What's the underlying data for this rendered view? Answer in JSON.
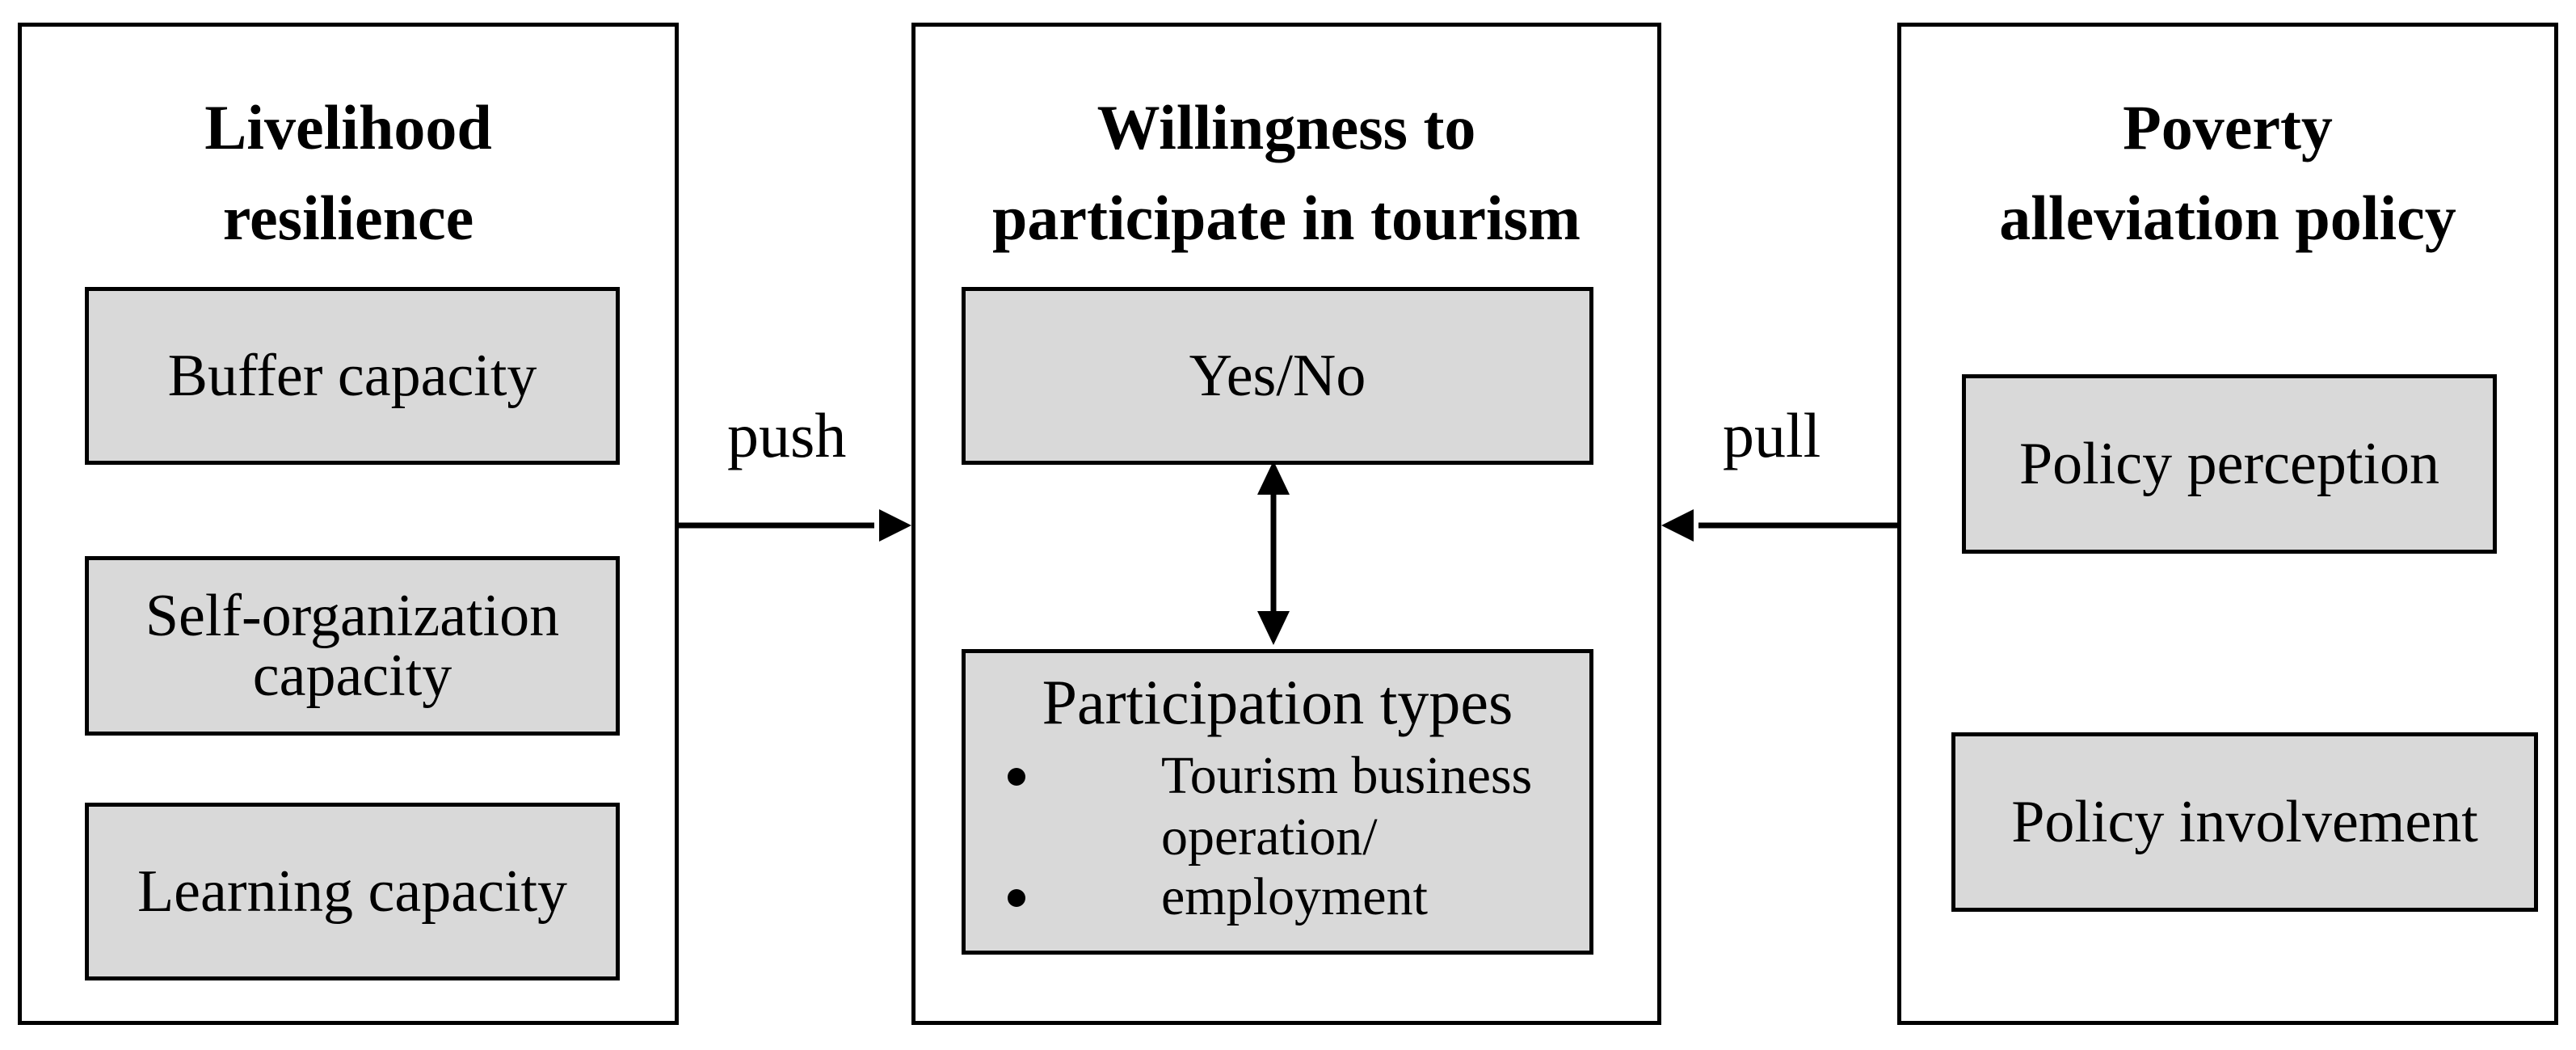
{
  "panels": {
    "left": {
      "title_line1": "Livelihood",
      "title_line2": "resilience",
      "items": [
        {
          "line1": "Buffer capacity",
          "line2": ""
        },
        {
          "line1": "Self-organization",
          "line2": "capacity"
        },
        {
          "line1": "Learning capacity",
          "line2": ""
        }
      ]
    },
    "center": {
      "title_line1": "Willingness to",
      "title_line2": "participate in tourism",
      "yes_no": "Yes/No",
      "types_title": "Participation types",
      "types_items": [
        {
          "line1": "Tourism business",
          "line2": "operation/"
        },
        {
          "line1": "employment",
          "line2": ""
        }
      ]
    },
    "right": {
      "title_line1": "Poverty",
      "title_line2": "alleviation policy",
      "items": [
        {
          "line1": "Policy perception"
        },
        {
          "line1": "Policy involvement"
        }
      ]
    }
  },
  "arrows": {
    "push_label": "push",
    "pull_label": "pull"
  }
}
